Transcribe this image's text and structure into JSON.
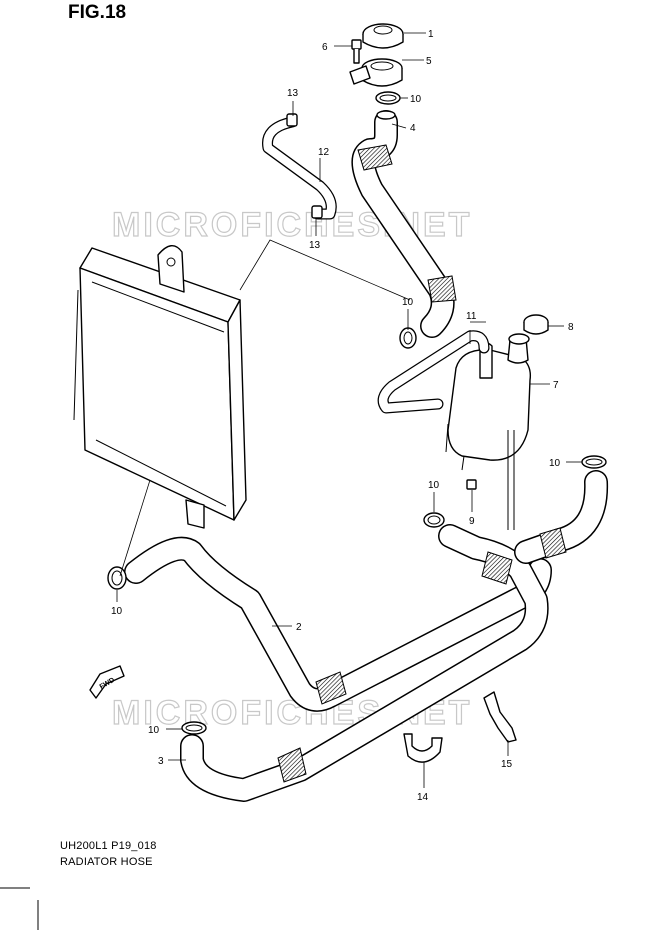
{
  "figure": {
    "title": "FIG.18",
    "drawing_code": "UH200L1 P19_018",
    "caption": "RADIATOR HOSE",
    "watermark": "MICROFICHES.NET"
  },
  "callouts": [
    {
      "id": "c1",
      "number": "1"
    },
    {
      "id": "c6",
      "number": "6"
    },
    {
      "id": "c5",
      "number": "5"
    },
    {
      "id": "c13a",
      "number": "13"
    },
    {
      "id": "c10a",
      "number": "10"
    },
    {
      "id": "c4",
      "number": "4"
    },
    {
      "id": "c12",
      "number": "12"
    },
    {
      "id": "c13b",
      "number": "13"
    },
    {
      "id": "c10b",
      "number": "10"
    },
    {
      "id": "c11",
      "number": "11"
    },
    {
      "id": "c8",
      "number": "8"
    },
    {
      "id": "c7",
      "number": "7"
    },
    {
      "id": "c10c",
      "number": "10"
    },
    {
      "id": "c10d",
      "number": "10"
    },
    {
      "id": "c9",
      "number": "9"
    },
    {
      "id": "c10e",
      "number": "10"
    },
    {
      "id": "c2",
      "number": "2"
    },
    {
      "id": "c10f",
      "number": "10"
    },
    {
      "id": "c3",
      "number": "3"
    },
    {
      "id": "c15",
      "number": "15"
    },
    {
      "id": "c14",
      "number": "14"
    }
  ],
  "direction_arrow": "FWD"
}
